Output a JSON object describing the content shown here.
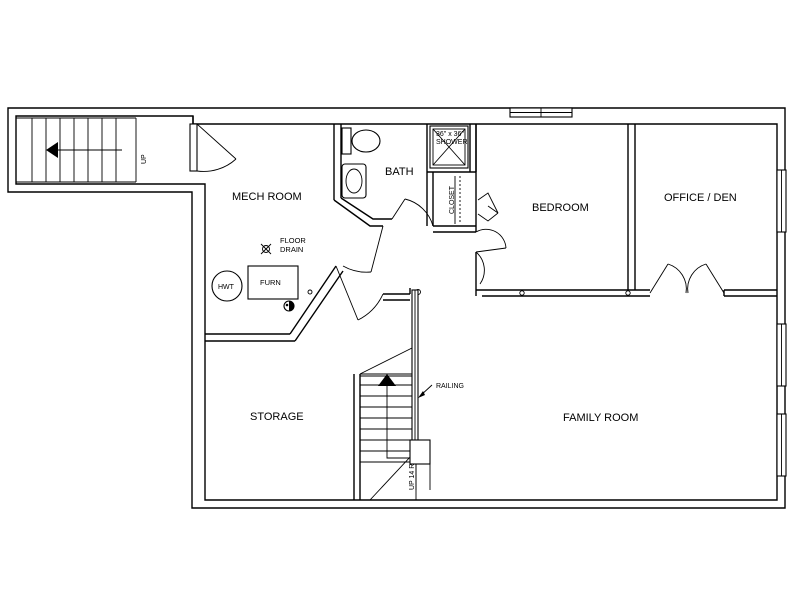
{
  "rooms": {
    "mech_room": "MECH ROOM",
    "bath": "BATH",
    "bedroom": "BEDROOM",
    "office_den": "OFFICE / DEN",
    "storage": "STORAGE",
    "family_room": "FAMILY ROOM",
    "closet": "CLOSET"
  },
  "fixtures": {
    "shower_line1": "36\" x 36\"",
    "shower_line2": "SHOWER",
    "floor_drain_line1": "FLOOR",
    "floor_drain_line2": "DRAIN",
    "hwt": "HWT",
    "furn": "FURN"
  },
  "stairs": {
    "exterior_up": "UP",
    "interior_up": "UP 14 R",
    "railing": "RAILING"
  }
}
